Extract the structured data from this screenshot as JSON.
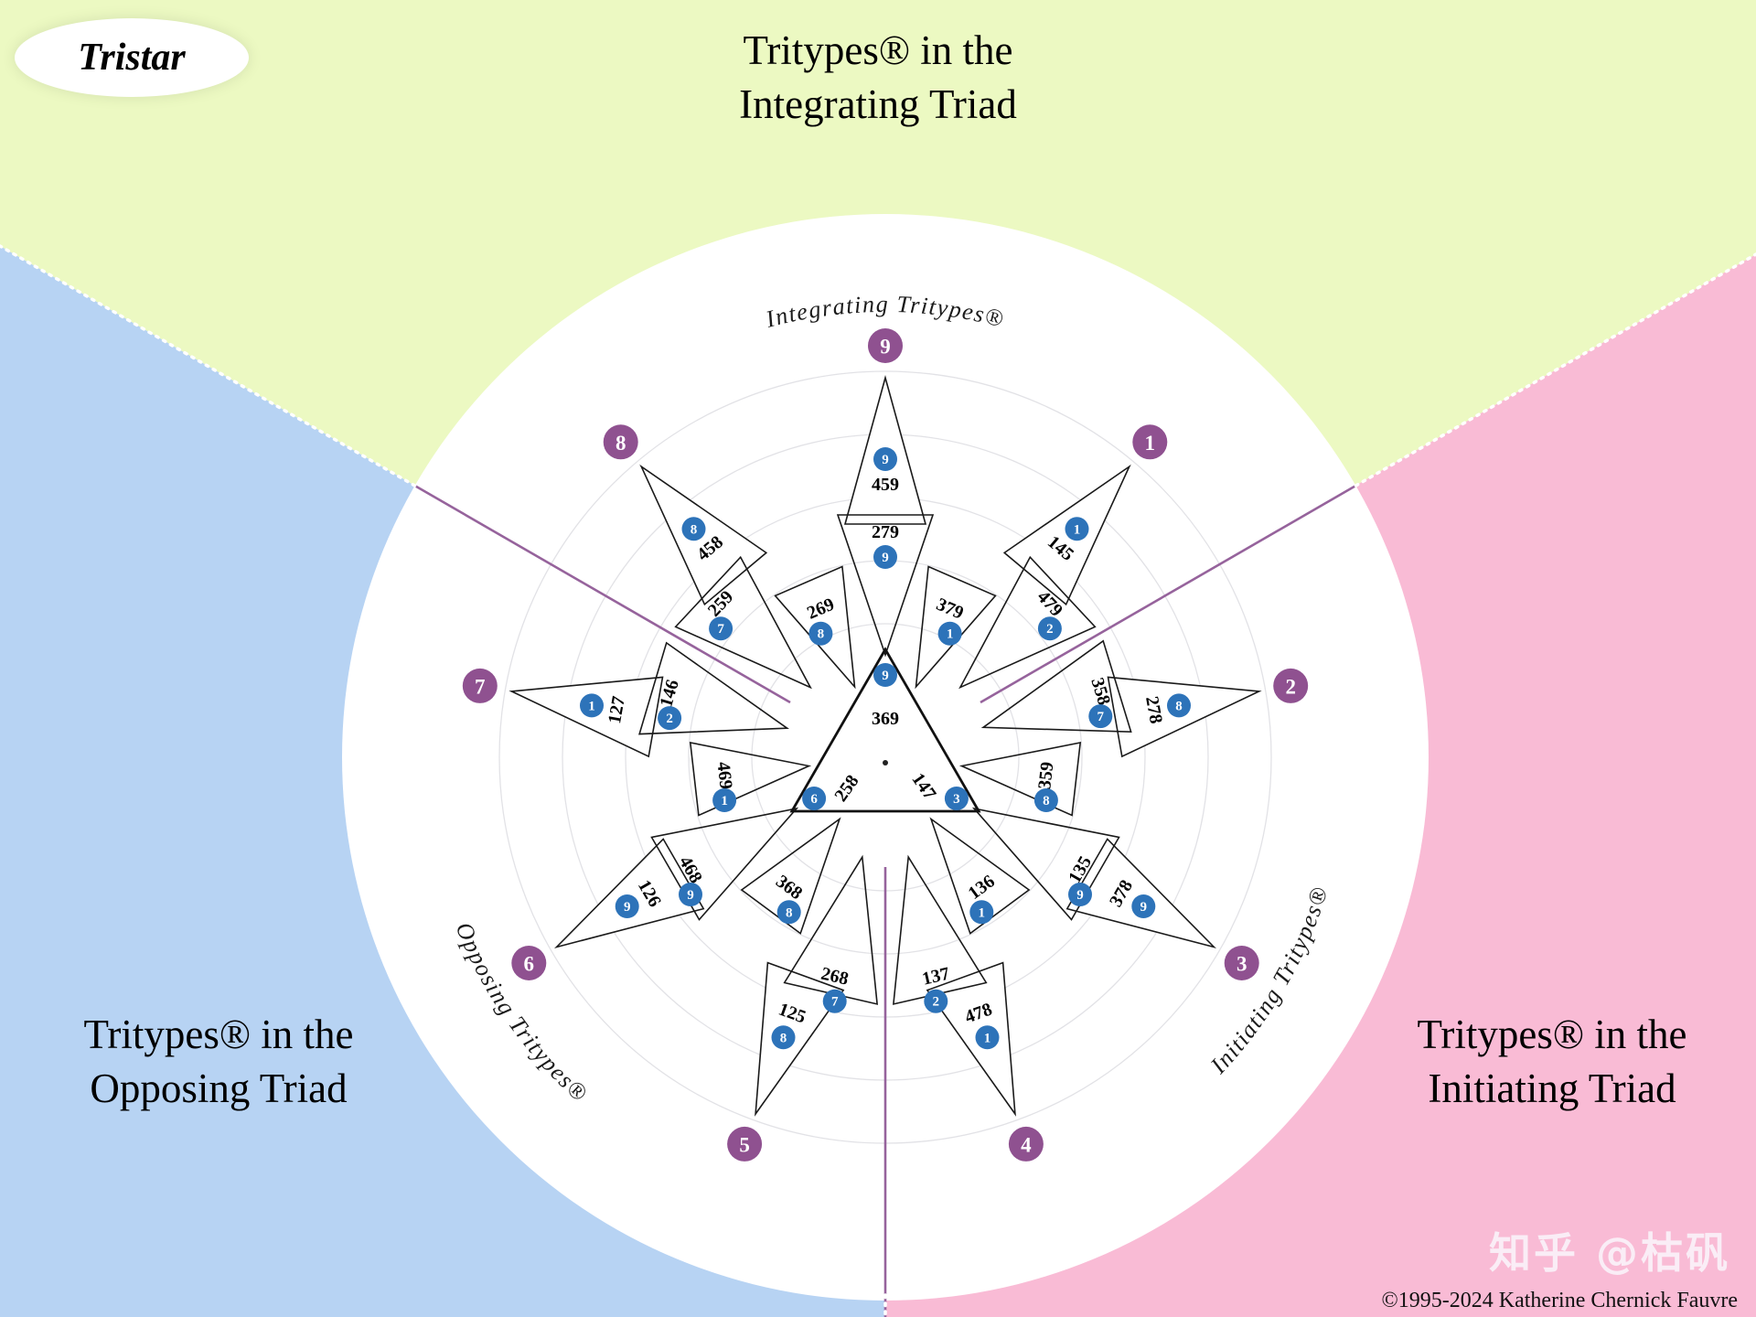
{
  "badge": {
    "label": "Tristar"
  },
  "titles": {
    "top": {
      "line1": "Tritypes® in the",
      "line2": "Integrating Triad"
    },
    "left": {
      "line1": "Tritypes® in the",
      "line2": "Opposing Triad"
    },
    "right": {
      "line1": "Tritypes® in the",
      "line2": "Initiating Triad"
    }
  },
  "arc_labels": {
    "integrating": "Integrating Tritypes®",
    "opposing": "Opposing Tritypes®",
    "initiating": "Initiating Tritypes®"
  },
  "watermark": "知乎 @枯矾",
  "copyright": "©1995-2024 Katherine Chernick Fauvre",
  "colors": {
    "integrating_bg": "#ecf9c2",
    "opposing_bg": "#b7d3f3",
    "initiating_bg": "#f9bbd5",
    "circle_bg": "#ffffff",
    "sector_line": "#96639c",
    "point_circle": "#8f5190",
    "archetype_circle": "#2d73b9"
  },
  "enneagram_points": [
    {
      "num": "9",
      "angle": 90
    },
    {
      "num": "1",
      "angle": 50
    },
    {
      "num": "2",
      "angle": 10
    },
    {
      "num": "3",
      "angle": -30
    },
    {
      "num": "4",
      "angle": -70
    },
    {
      "num": "5",
      "angle": -110
    },
    {
      "num": "6",
      "angle": -150
    },
    {
      "num": "7",
      "angle": 170
    },
    {
      "num": "8",
      "angle": 130
    }
  ],
  "center_triangle": {
    "label": "369",
    "inner_labels": [
      "258",
      "147"
    ],
    "points": [
      {
        "num": "9",
        "angle": 90
      },
      {
        "num": "6",
        "angle": 210
      },
      {
        "num": "3",
        "angle": 330
      }
    ]
  },
  "tritypes": [
    {
      "label": "459",
      "point": "9",
      "kind": "tall",
      "angle": 90
    },
    {
      "label": "458",
      "point": "8",
      "kind": "tall",
      "angle": 130
    },
    {
      "label": "145",
      "point": "1",
      "kind": "tall",
      "angle": 50
    },
    {
      "label": "259",
      "point": "7",
      "kind": "fan_far",
      "angle": 137
    },
    {
      "label": "269",
      "point": "8",
      "kind": "fan_near",
      "angle": 113.5
    },
    {
      "label": "279",
      "point": "9",
      "kind": "fan_far",
      "angle": 90
    },
    {
      "label": "379",
      "point": "1",
      "kind": "fan_near",
      "angle": 66.5
    },
    {
      "label": "479",
      "point": "2",
      "kind": "fan_far",
      "angle": 43
    },
    {
      "label": "127",
      "point": "1",
      "kind": "tall",
      "angle": 170
    },
    {
      "label": "126",
      "point": "9",
      "kind": "tall",
      "angle": 210
    },
    {
      "label": "125",
      "point": "8",
      "kind": "tall",
      "angle": 250
    },
    {
      "label": "146",
      "point": "2",
      "kind": "fan_far",
      "angle": 163.5
    },
    {
      "label": "469",
      "point": "1",
      "kind": "fan_near",
      "angle": 186.5
    },
    {
      "label": "468",
      "point": "9",
      "kind": "fan_far",
      "angle": 210
    },
    {
      "label": "368",
      "point": "8",
      "kind": "fan_near",
      "angle": 233.5
    },
    {
      "label": "268",
      "point": "7",
      "kind": "fan_far",
      "angle": 257
    },
    {
      "label": "278",
      "point": "8",
      "kind": "tall",
      "angle": 10
    },
    {
      "label": "378",
      "point": "9",
      "kind": "tall",
      "angle": -30
    },
    {
      "label": "478",
      "point": "1",
      "kind": "tall",
      "angle": -70
    },
    {
      "label": "358",
      "point": "7",
      "kind": "fan_far",
      "angle": 17
    },
    {
      "label": "359",
      "point": "8",
      "kind": "fan_near",
      "angle": -6.5
    },
    {
      "label": "135",
      "point": "9",
      "kind": "fan_far",
      "angle": -30
    },
    {
      "label": "136",
      "point": "1",
      "kind": "fan_near",
      "angle": -53.5
    },
    {
      "label": "137",
      "point": "2",
      "kind": "fan_far",
      "angle": -77
    }
  ]
}
